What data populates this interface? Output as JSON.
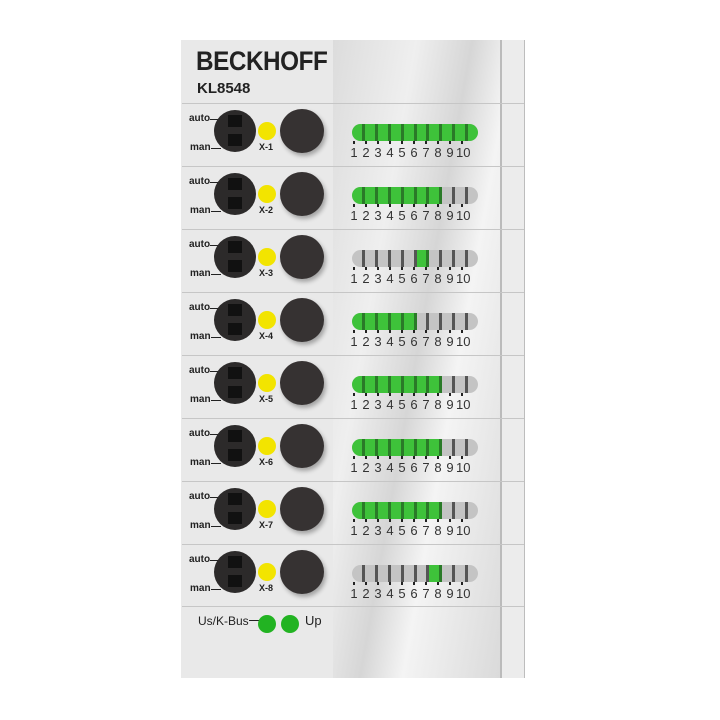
{
  "brand": "BECKHOFF",
  "model": "KL8548",
  "switch_labels": {
    "auto": "auto",
    "man": "man"
  },
  "colors": {
    "led_yellow": "#f2e400",
    "bar_green": "#3ec23a",
    "status_green": "#22b322"
  },
  "channels": [
    {
      "label": "X-1",
      "bar_on": [
        1,
        2,
        3,
        4,
        5,
        6,
        7,
        8,
        9,
        10
      ]
    },
    {
      "label": "X-2",
      "bar_on": [
        1,
        2,
        3,
        4,
        5,
        6,
        7
      ]
    },
    {
      "label": "X-3",
      "bar_on": [
        6
      ]
    },
    {
      "label": "X-4",
      "bar_on": [
        1,
        2,
        3,
        4,
        5
      ]
    },
    {
      "label": "X-5",
      "bar_on": [
        1,
        2,
        3,
        4,
        5,
        6,
        7
      ]
    },
    {
      "label": "X-6",
      "bar_on": [
        1,
        2,
        3,
        4,
        5,
        6,
        7
      ]
    },
    {
      "label": "X-7",
      "bar_on": [
        1,
        2,
        3,
        4,
        5,
        6,
        7
      ]
    },
    {
      "label": "X-8",
      "bar_on": [
        7
      ]
    }
  ],
  "scale": [
    "1",
    "2",
    "3",
    "4",
    "5",
    "6",
    "7",
    "8",
    "9",
    "10"
  ],
  "status": {
    "left_label": "Us/K-Bus",
    "right_label": "Up"
  }
}
